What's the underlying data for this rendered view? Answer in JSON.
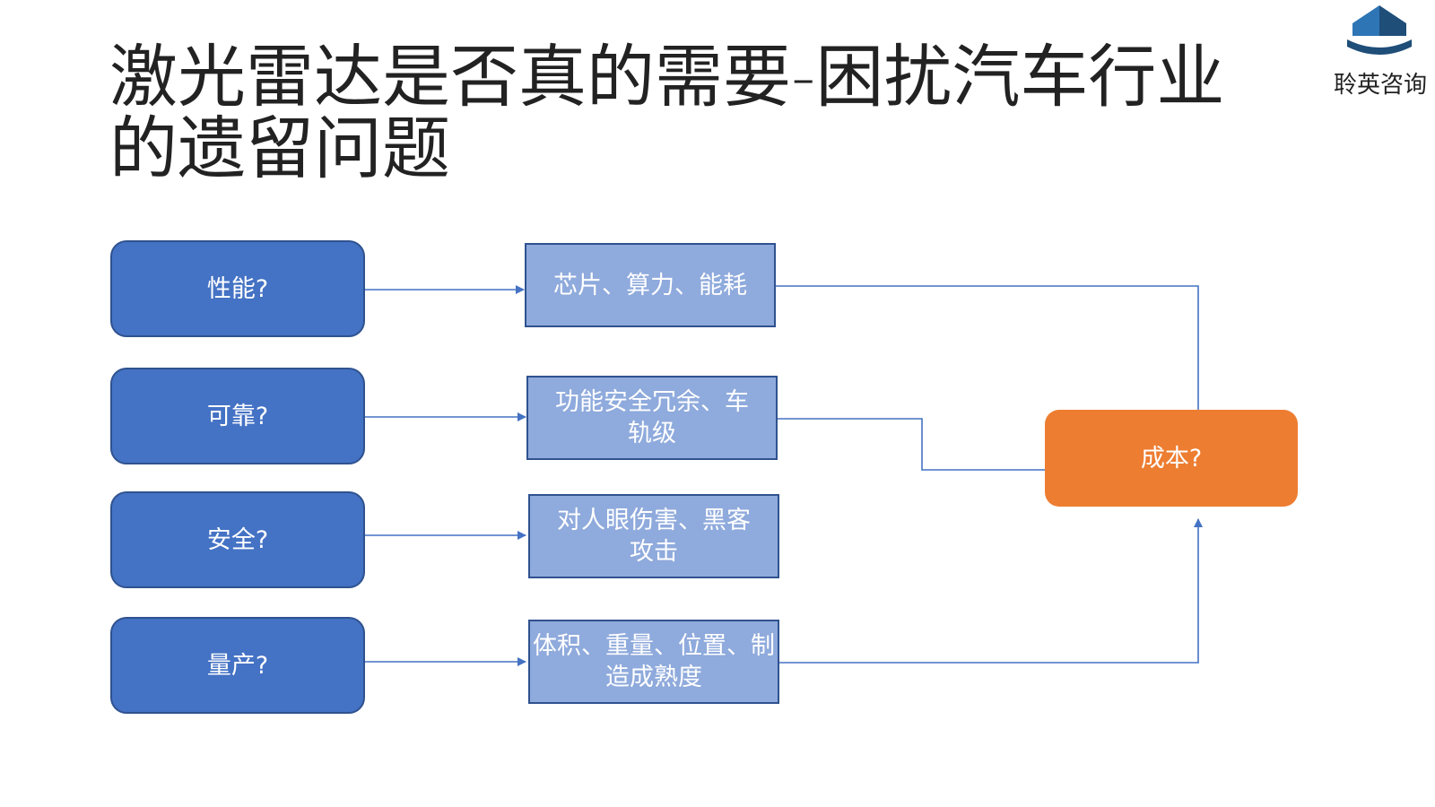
{
  "title": "激光雷达是否真的需要-困扰汽车行业的遗留问题",
  "logo": {
    "text": "聆英咨询",
    "icon": "house-roof-icon",
    "colors": {
      "dark": "#1f4e79",
      "mid": "#2e75b6",
      "light": "#9dc3e6"
    }
  },
  "questions": [
    {
      "label": "性能?"
    },
    {
      "label": "可靠?"
    },
    {
      "label": "安全?"
    },
    {
      "label": "量产?"
    }
  ],
  "details": [
    {
      "label": "芯片、算力、能耗"
    },
    {
      "label": "功能安全冗余、车轨级"
    },
    {
      "label": "对人眼伤害、黑客攻击"
    },
    {
      "label": "体积、重量、位置、制造成熟度"
    }
  ],
  "result": {
    "label": "成本?"
  },
  "colors": {
    "question_fill": "#4472c4",
    "detail_fill": "#8faadc",
    "result_fill": "#ed7d31",
    "connector": "#4472c4"
  }
}
